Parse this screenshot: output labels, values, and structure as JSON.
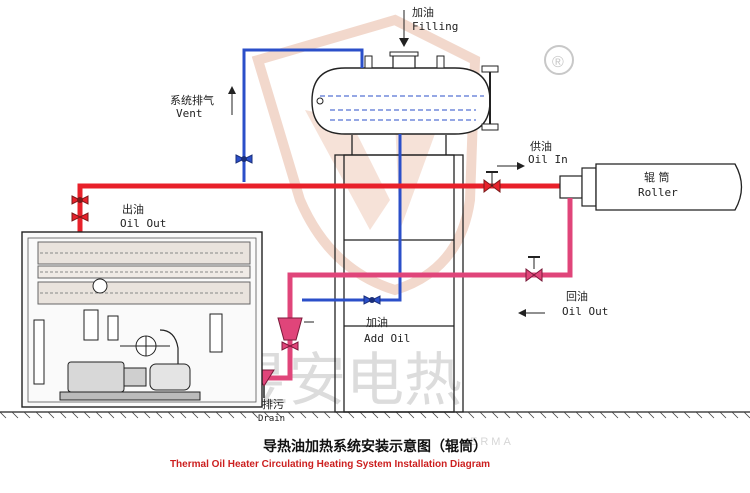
{
  "labels": {
    "filling_cn": "加油",
    "filling_en": "Filling",
    "vent_cn": "系统排气",
    "vent_en": "Vent",
    "oil_in_cn": "供油",
    "oil_in_en": "Oil In",
    "roller_cn": "辊  筒",
    "roller_en": "Roller",
    "oil_out_cn": "出油",
    "oil_out_en": "Oil Out",
    "return_cn": "回油",
    "return_en": "Oil Out",
    "add_oil_cn": "加油",
    "add_oil_en": "Add Oil",
    "drain_cn": "排污",
    "drain_en": "Drain"
  },
  "title": {
    "cn": "导热油加热系统安装示意图（辊筒）",
    "en": "Thermal Oil Heater Circulating Heating System Installation Diagram"
  },
  "watermark": {
    "text": "昱安电热",
    "sub": "ERMA",
    "registered": "®"
  },
  "colors": {
    "hot_pipe": "#e8202a",
    "return_pipe": "#e0457a",
    "feed_pipe": "#2b4fc9",
    "title_en": "#cc1f1f",
    "line": "#222222"
  }
}
